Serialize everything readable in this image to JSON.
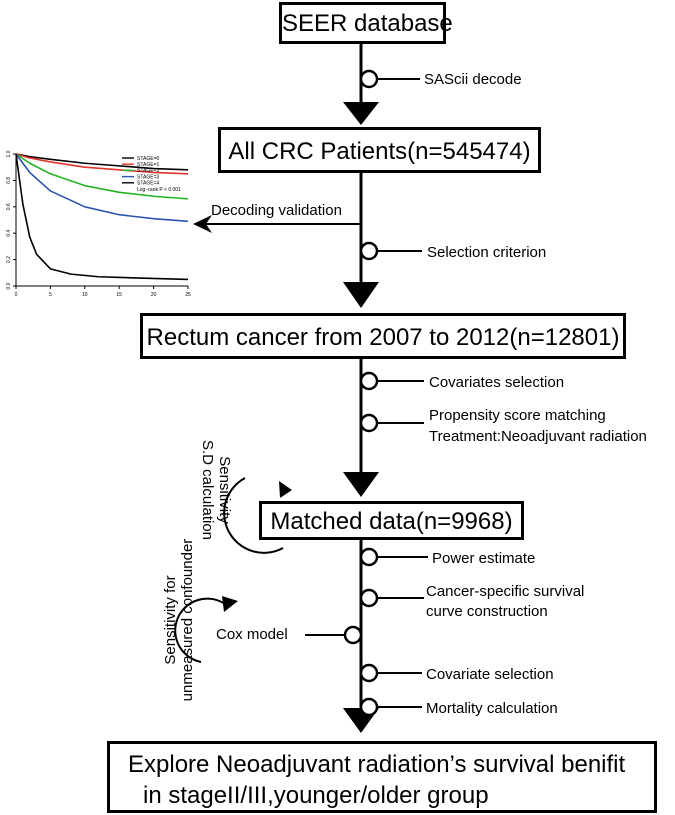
{
  "boxes": {
    "seer": "SEER database",
    "all_crc": "All CRC Patients(n=545474)",
    "rectum": "Rectum cancer from 2007 to 2012(n=12801)",
    "matched": "Matched data(n=9968)",
    "final_line1": "Explore Neoadjuvant radiation’s survival benifit",
    "final_line2": "in stageII/III,younger/older group"
  },
  "steps": {
    "sascii": "SAScii decode",
    "selection": "Selection criterion",
    "covariates": "Covariates selection",
    "psm_line1": "Propensity score matching",
    "psm_line2": "Treatment:Neoadjuvant radiation",
    "power": "Power estimate",
    "css_line1": "Cancer-specific survival",
    "css_line2": "curve construction",
    "covariate_sel": "Covariate selection",
    "mortality": "Mortality calculation"
  },
  "side": {
    "decoding_validation": "Decoding validation",
    "cox_model": "Cox model",
    "sensitivity_sd_line1": "Sensitivity",
    "sensitivity_sd_line2": "S.D calculation",
    "sensitivity_unmeasured_line1": "Sensitivity for",
    "sensitivity_unmeasured_line2": "unmeasured confounder"
  },
  "chart_data": {
    "type": "line",
    "xlim": [
      0,
      25
    ],
    "ylim": [
      0,
      1
    ],
    "x_ticks": [
      "0",
      "5",
      "10",
      "15",
      "20",
      "25"
    ],
    "y_ticks": [
      "0.0",
      "0.2",
      "0.4",
      "0.6",
      "0.8",
      "1.0"
    ],
    "series": [
      {
        "name": "STAGE=0",
        "color": "#000000",
        "x": [
          0,
          2,
          5,
          10,
          15,
          20,
          25
        ],
        "values": [
          1.0,
          0.98,
          0.96,
          0.93,
          0.91,
          0.89,
          0.88
        ]
      },
      {
        "name": "STAGE=1",
        "color": "#e0342a",
        "x": [
          0,
          2,
          5,
          10,
          15,
          20,
          25
        ],
        "values": [
          1.0,
          0.97,
          0.94,
          0.9,
          0.88,
          0.86,
          0.85
        ]
      },
      {
        "name": "STAGE=2",
        "color": "#22b522",
        "x": [
          0,
          2,
          5,
          10,
          15,
          20,
          25
        ],
        "values": [
          1.0,
          0.93,
          0.85,
          0.76,
          0.71,
          0.68,
          0.66
        ]
      },
      {
        "name": "STAGE=3",
        "color": "#2a55b0",
        "x": [
          0,
          2,
          5,
          10,
          15,
          20,
          25
        ],
        "values": [
          1.0,
          0.86,
          0.72,
          0.6,
          0.54,
          0.51,
          0.49
        ]
      },
      {
        "name": "STAGE=4",
        "color": "#000000",
        "x": [
          0,
          1,
          2,
          3,
          5,
          8,
          12,
          18,
          25
        ],
        "values": [
          1.0,
          0.62,
          0.37,
          0.24,
          0.13,
          0.09,
          0.07,
          0.06,
          0.05
        ]
      }
    ],
    "legend_title": "",
    "annotation": "Log−rank P < 0.001",
    "legend_placement": "top-right"
  }
}
